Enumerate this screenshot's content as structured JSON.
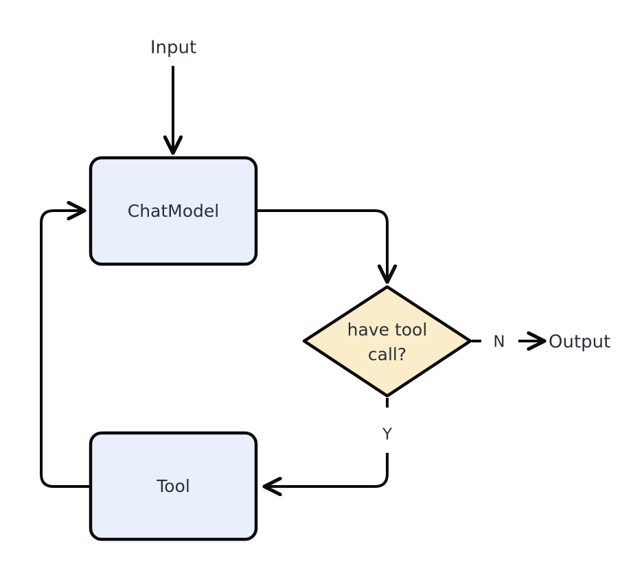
{
  "diagram": {
    "title": "ChatModel tool-calling loop flowchart",
    "background_color": "#ffffff",
    "line_color": "#0a0a0a",
    "text_color": "#2b3039",
    "process_fill": "#eaf0fb",
    "decision_fill": "#fbedc9"
  },
  "nodes": {
    "input": {
      "label": "Input",
      "shape": "text"
    },
    "chatmodel": {
      "label": "ChatModel",
      "shape": "rounded-rect",
      "fill": "#eaf0fb"
    },
    "decision": {
      "label_line1": "have tool",
      "label_line2": "call?",
      "shape": "diamond",
      "fill": "#fbedc9"
    },
    "tool": {
      "label": "Tool",
      "shape": "rounded-rect",
      "fill": "#eaf0fb"
    },
    "output": {
      "label": "Output",
      "shape": "text"
    }
  },
  "edges": {
    "input_to_chatmodel": {
      "label": "",
      "style": "solid",
      "arrow": true
    },
    "chatmodel_to_decision": {
      "label": "",
      "style": "solid",
      "arrow": true
    },
    "decision_to_output": {
      "label": "N",
      "style": "dashed",
      "arrow": true
    },
    "decision_to_tool": {
      "label": "Y",
      "style": "dashed-then-solid",
      "arrow": true
    },
    "tool_to_chatmodel": {
      "label": "",
      "style": "solid",
      "arrow": true
    }
  }
}
